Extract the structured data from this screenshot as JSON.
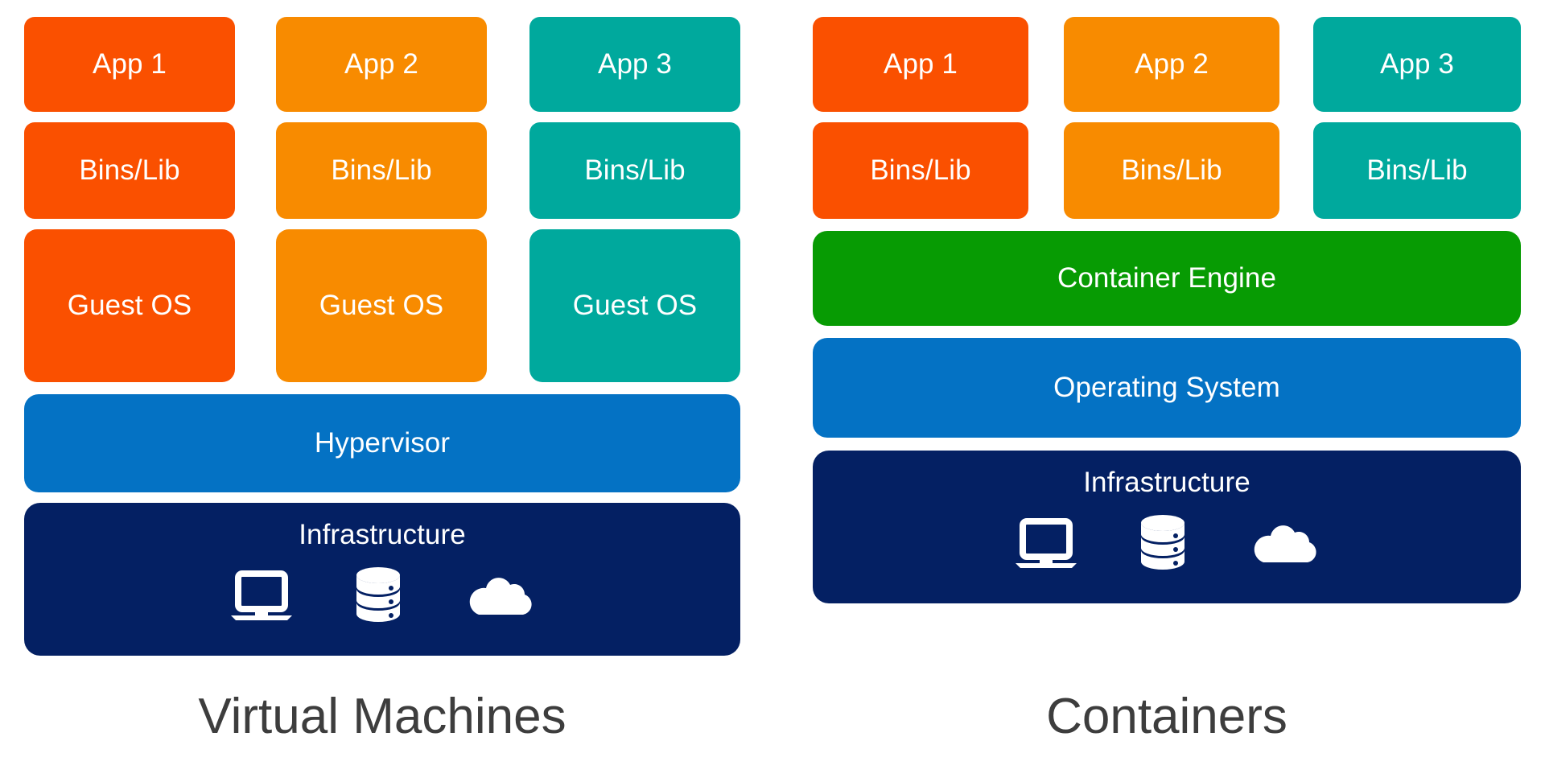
{
  "diagram": {
    "title_left": "Virtual Machines",
    "title_right": "Containers",
    "colors": {
      "red_orange": "#FA5000",
      "orange": "#F88B00",
      "teal": "#00A99D",
      "blue": "#0472C4",
      "green": "#079B03",
      "navy": "#042063",
      "text_on_box": "#FFFFFF",
      "caption_text": "#3D3D3D",
      "background": "#FFFFFF"
    }
  },
  "vm": {
    "columns": [
      {
        "app": "App 1",
        "bins": "Bins/Lib",
        "guest": "Guest OS",
        "color": "#FA5000"
      },
      {
        "app": "App 2",
        "bins": "Bins/Lib",
        "guest": "Guest OS",
        "color": "#F88B00"
      },
      {
        "app": "App 3",
        "bins": "Bins/Lib",
        "guest": "Guest OS",
        "color": "#00A99D"
      }
    ],
    "hypervisor": "Hypervisor",
    "infrastructure": "Infrastructure",
    "infra_icons": [
      "laptop-icon",
      "database-icon",
      "cloud-icon"
    ],
    "caption": "Virtual Machines"
  },
  "containers": {
    "columns": [
      {
        "app": "App 1",
        "bins": "Bins/Lib",
        "color": "#FA5000"
      },
      {
        "app": "App 2",
        "bins": "Bins/Lib",
        "color": "#F88B00"
      },
      {
        "app": "App 3",
        "bins": "Bins/Lib",
        "color": "#00A99D"
      }
    ],
    "container_engine": "Container Engine",
    "operating_system": "Operating System",
    "infrastructure": "Infrastructure",
    "infra_icons": [
      "laptop-icon",
      "database-icon",
      "cloud-icon"
    ],
    "caption": "Containers"
  }
}
